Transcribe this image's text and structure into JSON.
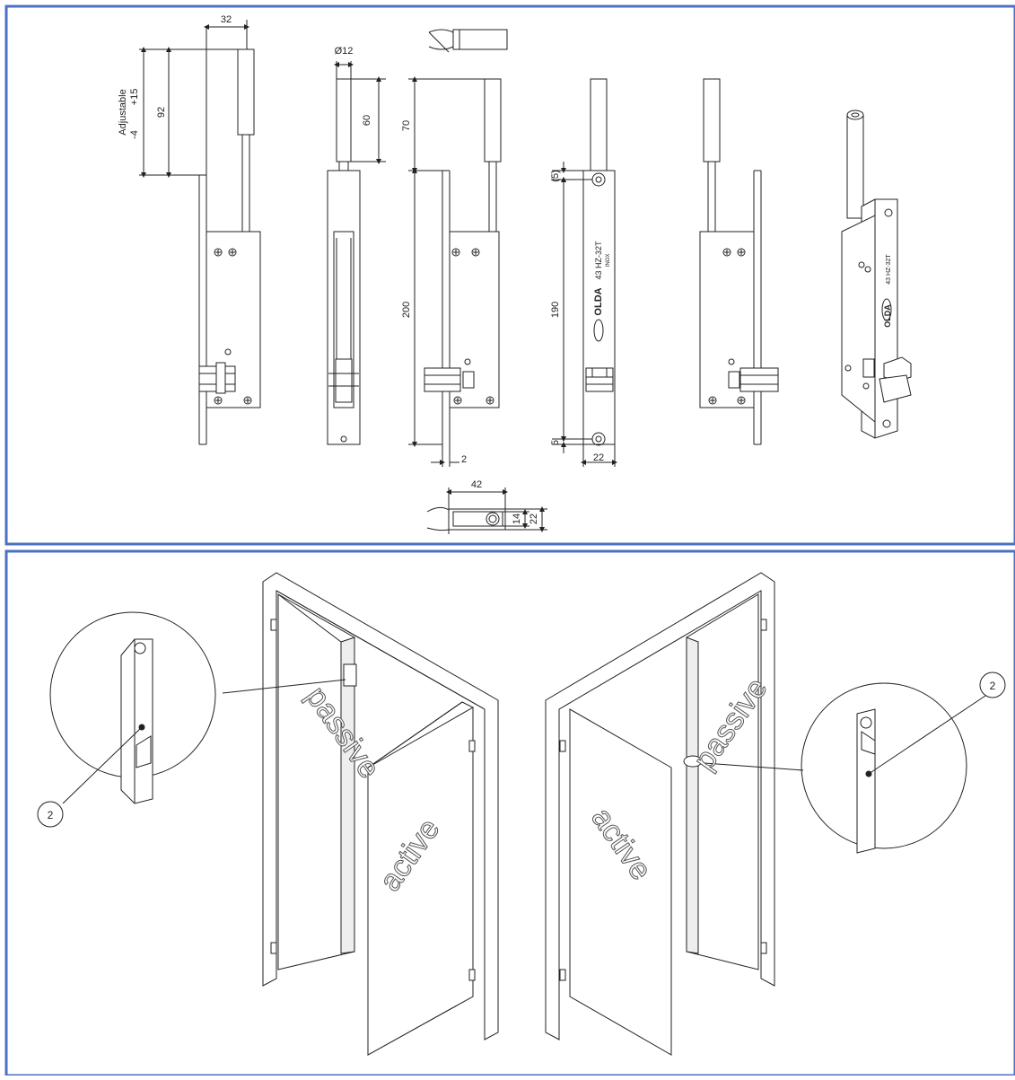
{
  "panels": {
    "border_color": "#4a72c4",
    "top": {
      "dimensions": {
        "d32": "32",
        "adjustable": "Adjustable",
        "range_minus": "-4",
        "range_plus": "+15",
        "d92": "92",
        "dia12": "Ø12",
        "d60": "60",
        "d70": "70",
        "d200": "200",
        "d2": "2",
        "d5_paren": "(5)",
        "d190": "190",
        "d5": "5",
        "d22": "22",
        "d42": "42",
        "d14": "14",
        "d22b": "22"
      },
      "product_marking": {
        "model": "43 HZ-32T",
        "sub": "INOX",
        "brand": "OLDA"
      }
    },
    "bottom": {
      "labels": {
        "passive_left": "passive",
        "active_left": "active",
        "active_right": "active",
        "passive_right": "passive"
      },
      "callouts": {
        "left": "2",
        "right": "2"
      }
    }
  }
}
